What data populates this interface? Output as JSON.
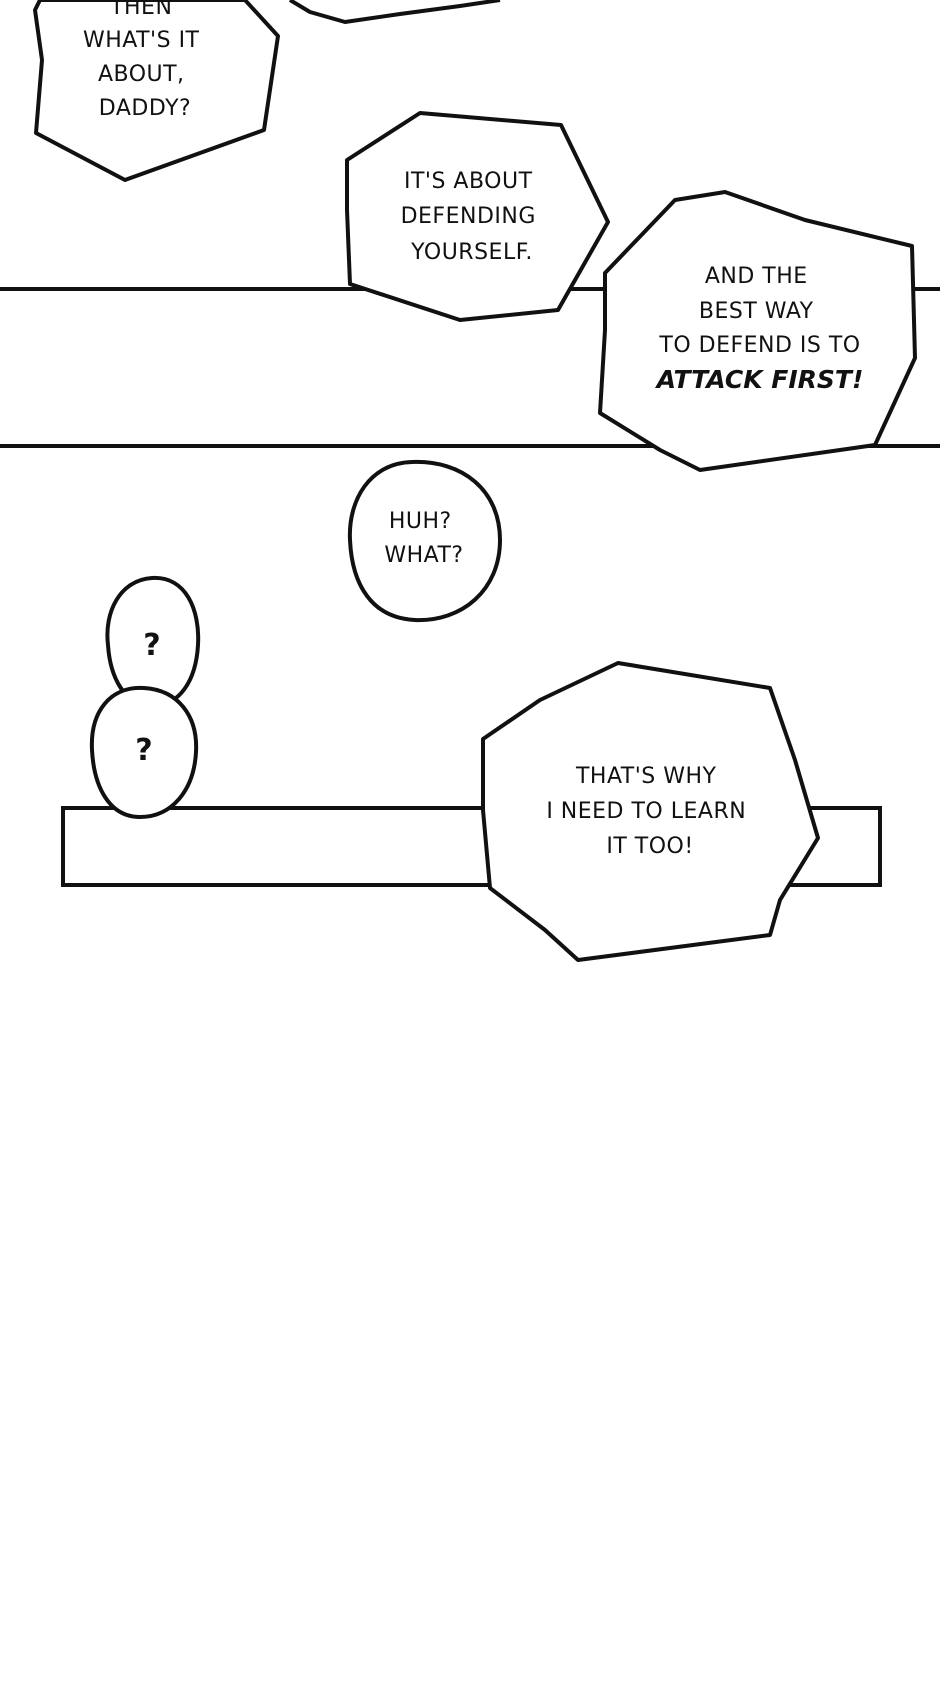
{
  "colors": {
    "background": "#ffffff",
    "ink": "#111111"
  },
  "bubbles": {
    "daddy_question": {
      "lines": [
        "THEN",
        "WHAT'S IT",
        "ABOUT,",
        "DADDY?"
      ]
    },
    "defending": {
      "lines": [
        "IT'S ABOUT",
        "DEFENDING",
        "YOURSELF."
      ]
    },
    "attack_first": {
      "lines": [
        "AND THE",
        "BEST WAY",
        "TO DEFEND IS TO"
      ],
      "emphasis": "ATTACK FIRST!"
    },
    "huh_what": {
      "lines": [
        "HUH?",
        "WHAT?"
      ]
    },
    "confused_top": {
      "text": "?"
    },
    "confused_bottom": {
      "text": "?"
    },
    "learn_too": {
      "lines": [
        "THAT'S WHY",
        "I NEED TO LEARN",
        "IT TOO!"
      ]
    }
  }
}
